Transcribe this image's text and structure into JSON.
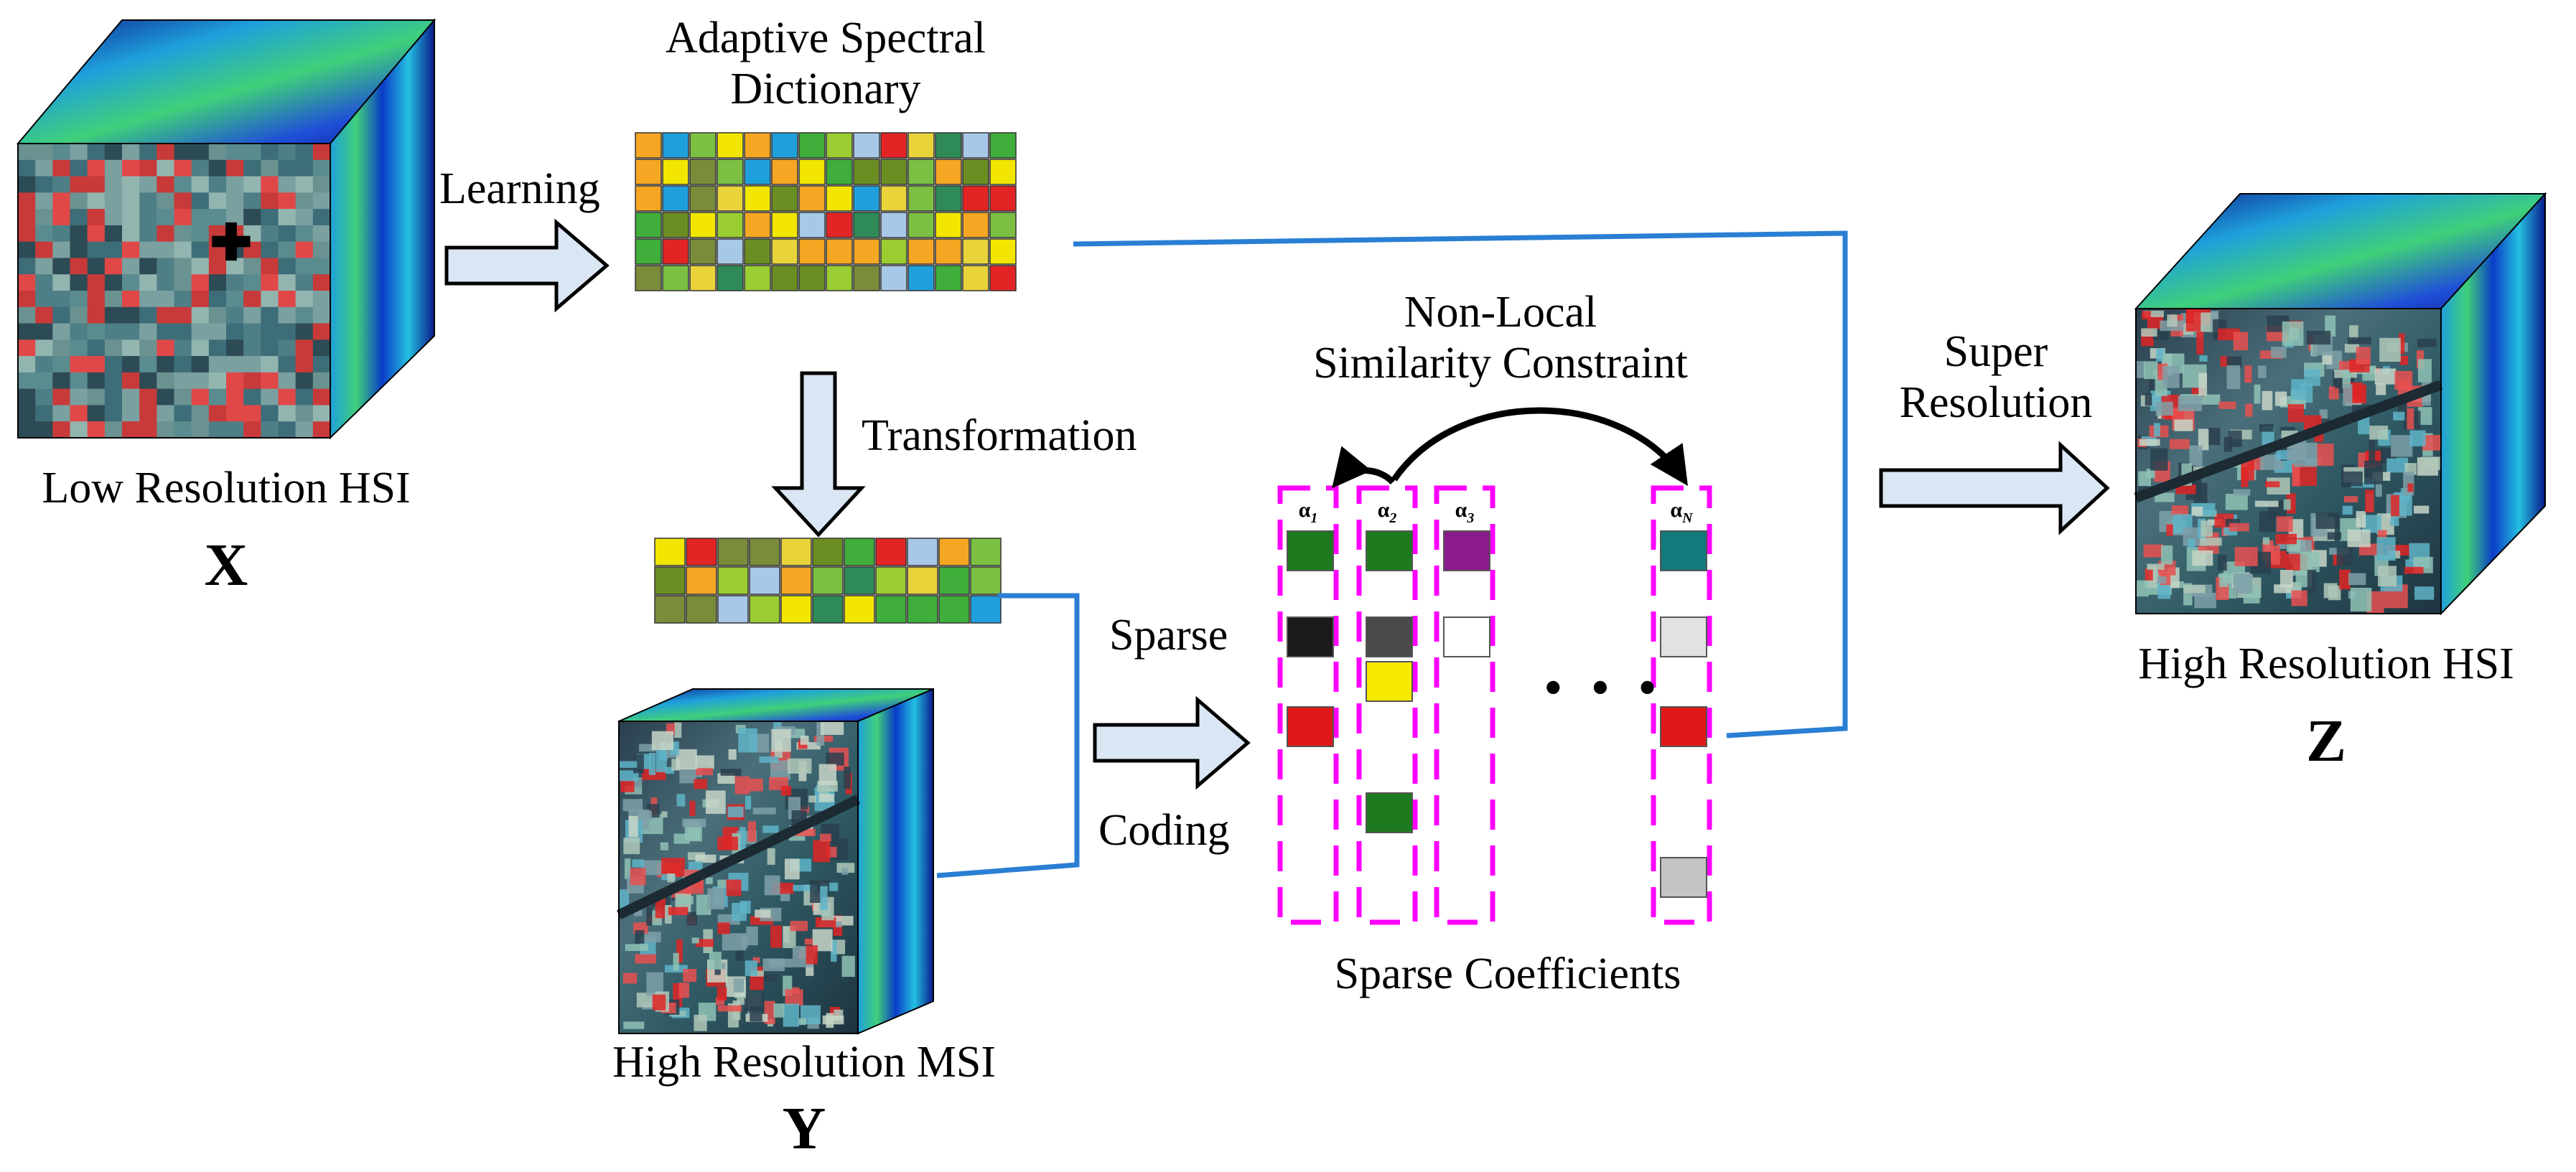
{
  "inputs": {
    "low_res": {
      "caption": "Low Resolution HSI",
      "symbol": "X"
    },
    "high_res_msi": {
      "caption": "High Resolution MSI",
      "symbol": "Y"
    }
  },
  "output": {
    "caption": "High Resolution HSI",
    "symbol": "Z"
  },
  "dictionary": {
    "title_line1": "Adaptive Spectral",
    "title_line2": "Dictionary"
  },
  "steps": {
    "learning": "Learning",
    "transformation": "Transformation",
    "sparse": "Sparse",
    "coding": "Coding",
    "super_line1": "Super",
    "super_line2": "Resolution"
  },
  "coefficients": {
    "constraint_line1": "Non-Local",
    "constraint_line2": "Similarity Constraint",
    "caption": "Sparse Coefficients",
    "ellipsis": "• • •",
    "columns": [
      {
        "label": "α",
        "sub": "1"
      },
      {
        "label": "α",
        "sub": "2"
      },
      {
        "label": "α",
        "sub": "3"
      },
      {
        "label": "α",
        "sub": "N"
      }
    ]
  },
  "colors": {
    "connector": "#2a7fd4",
    "dashed_box": "#ff00ff",
    "arrow_fill": "#dbe6f4",
    "palette": [
      "#3fae3a",
      "#7bc043",
      "#f2e600",
      "#e8d33b",
      "#e32424",
      "#f5a623",
      "#1fa0dc",
      "#a8c8e8",
      "#7a8c3a",
      "#2e8b57",
      "#9acd32",
      "#6b8e23"
    ]
  }
}
